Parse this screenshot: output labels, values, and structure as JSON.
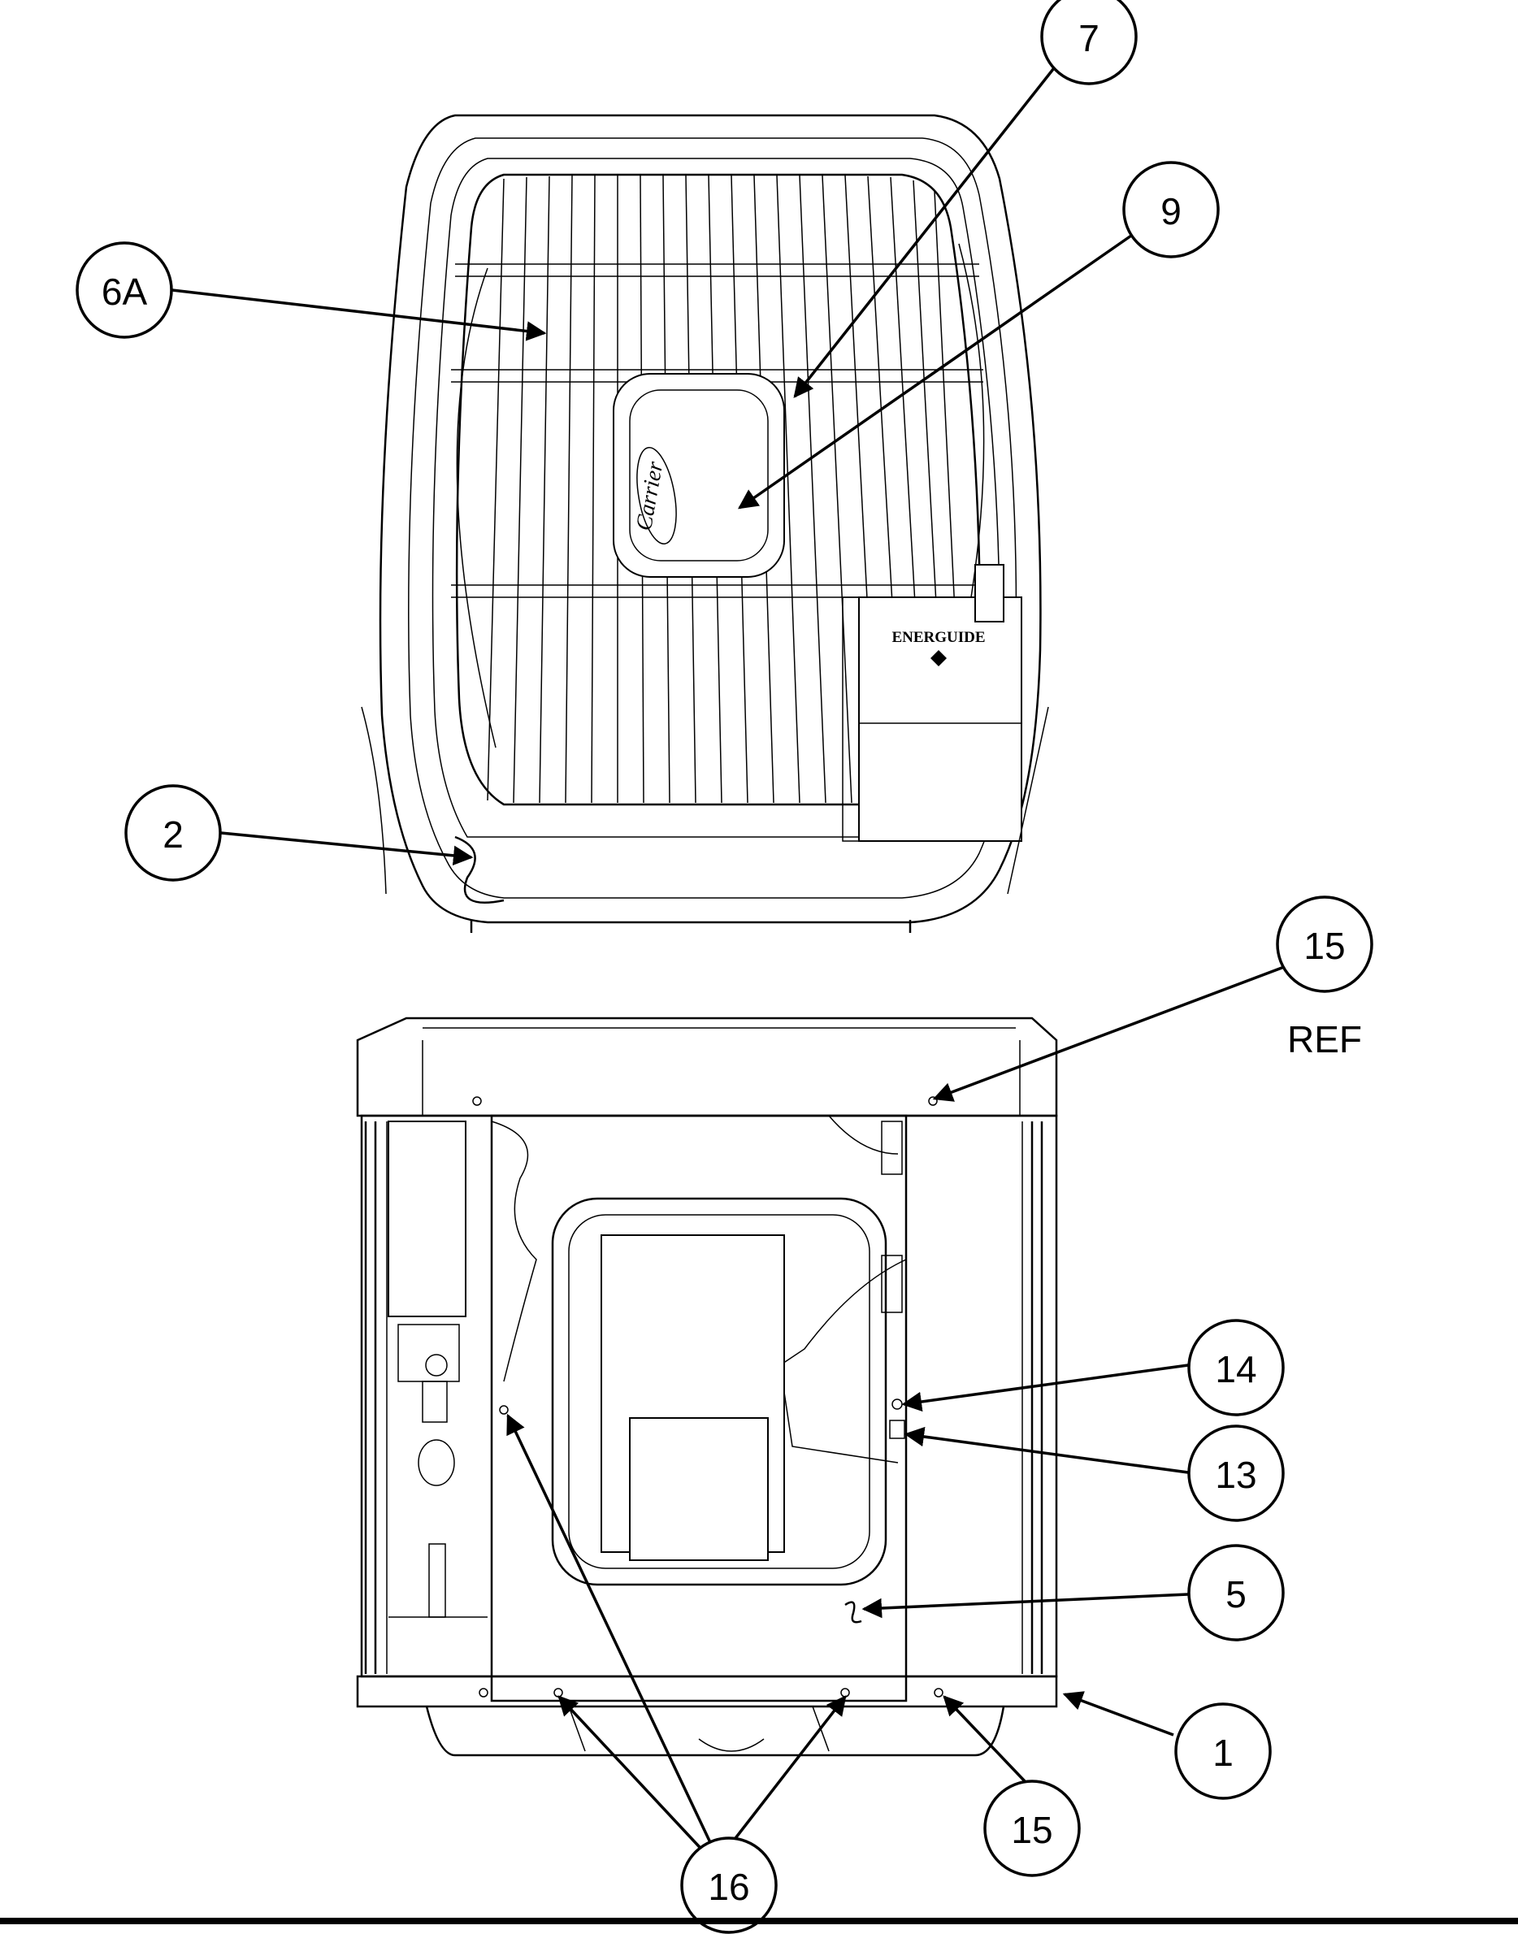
{
  "callouts": {
    "c7": "7",
    "c9": "9",
    "c6a": "6A",
    "c2": "2",
    "c15_ref": "15",
    "ref": "REF",
    "c14": "14",
    "c13": "13",
    "c5": "5",
    "c1": "1",
    "c15": "15",
    "c16": "16"
  },
  "top_view": {
    "logo_text": "Carrier",
    "energy_label": "ENERGUIDE"
  }
}
